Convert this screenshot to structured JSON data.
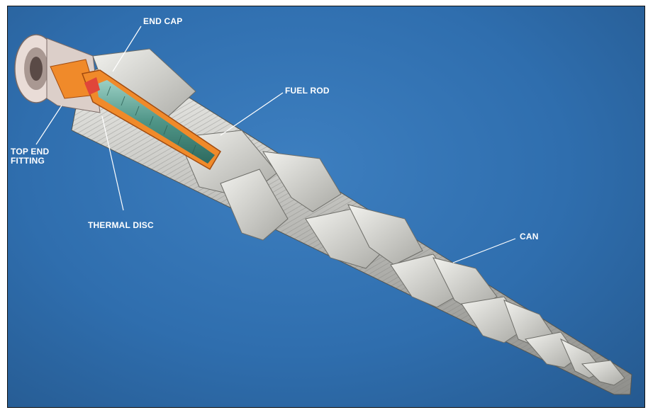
{
  "colors": {
    "background": "#2f6eae",
    "can_metal": "#c9c9c6",
    "fins": "#dcdcd8",
    "fuel_cutaway": "#f08a2a",
    "fuel_pellets": "#5fa79a",
    "label_text": "#ffffff"
  },
  "labels": {
    "end_cap": "END CAP",
    "fuel_rod": "FUEL ROD",
    "top_end_fitting": "TOP END\nFITTING",
    "thermal_disc": "THERMAL DISC",
    "can": "CAN"
  },
  "icons": [
    "fuel-element-illustration"
  ]
}
